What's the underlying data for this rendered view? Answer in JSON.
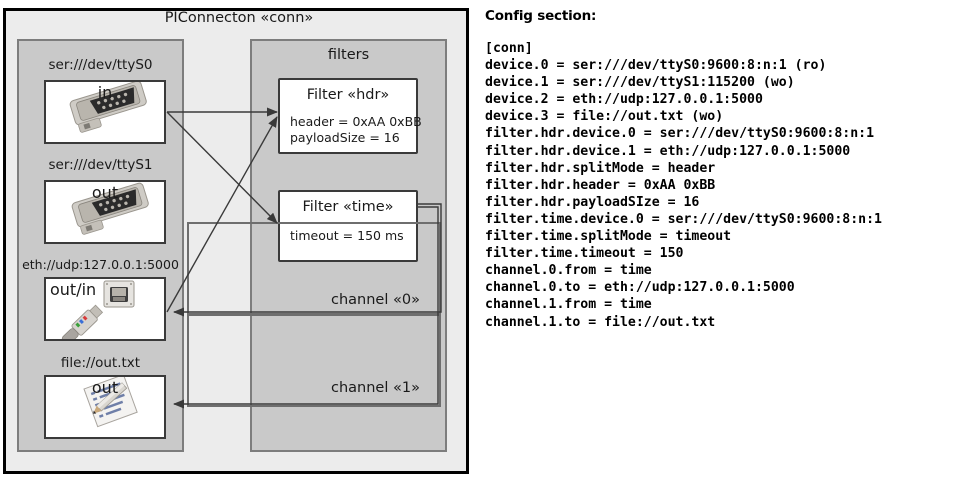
{
  "diagram": {
    "title": "PIConnecton «conn»",
    "devices_panel": {
      "title": "",
      "devices": [
        {
          "label": "ser:///dev/ttyS0",
          "direction": "in",
          "icon": "serial-port-icon"
        },
        {
          "label": "ser:///dev/ttyS1",
          "direction": "out",
          "icon": "serial-port-icon"
        },
        {
          "label": "eth://udp:127.0.0.1:5000",
          "direction": "out/in",
          "icon": "ethernet-jack-icon"
        },
        {
          "label": "file://out.txt",
          "direction": "out",
          "icon": "document-pencil-icon"
        }
      ]
    },
    "filters_panel": {
      "title": "filters",
      "filters": [
        {
          "title": "Filter «hdr»",
          "attrs": [
            "header = 0xAA 0xBB",
            "payloadSize = 16"
          ]
        },
        {
          "title": "Filter «time»",
          "attrs": [
            "timeout = 150 ms"
          ]
        }
      ]
    },
    "channels": [
      {
        "label": "channel «0»"
      },
      {
        "label": "channel «1»"
      }
    ]
  },
  "config": {
    "heading": "Config section:",
    "lines": [
      "[conn]",
      "device.0 = ser:///dev/ttyS0:9600:8:n:1 (ro)",
      "device.1 = ser:///dev/ttyS1:115200 (wo)",
      "device.2 = eth://udp:127.0.0.1:5000",
      "device.3 = file://out.txt (wo)",
      "filter.hdr.device.0 = ser:///dev/ttyS0:9600:8:n:1",
      "filter.hdr.device.1 = eth://udp:127.0.0.1:5000",
      "filter.hdr.splitMode = header",
      "filter.hdr.header = 0xAA 0xBB",
      "filter.hdr.payloadSIze = 16",
      "filter.time.device.0 = ser:///dev/ttyS0:9600:8:n:1",
      "filter.time.splitMode = timeout",
      "filter.time.timeout = 150",
      "channel.0.from = time",
      "channel.0.to = eth://udp:127.0.0.1:5000",
      "channel.1.from = time",
      "channel.1.to = file://out.txt"
    ]
  },
  "colors": {
    "page_background": "#ffffff",
    "outer_frame_fill": "#ececec",
    "outer_frame_border": "#000000",
    "panel_fill": "#c9c9c9",
    "panel_border": "#7d7d7d",
    "box_fill": "#ffffff",
    "box_border": "#3a3a3a",
    "arrow_stroke": "#3a3a3a",
    "text": "#1a1a1a"
  }
}
